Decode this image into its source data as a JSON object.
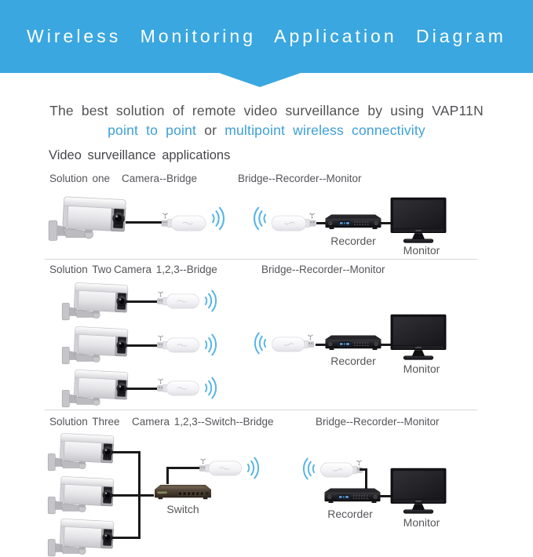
{
  "colors": {
    "header_bg": "#3AA7E0",
    "accent_text": "#3C9FD6",
    "wifi_wave": "#56B5E5"
  },
  "header": {
    "title": "Wireless Monitoring Application Diagram"
  },
  "intro": {
    "line1": "The best solution of remote video surveillance by using VAP11N",
    "phrase_blue_1": "point to point",
    "conjunction": "or",
    "phrase_blue_2": "multipoint wireless connectivity"
  },
  "section_title": "Video surveillance applications",
  "solutions": [
    {
      "name": "Solution one",
      "left_chain": "Camera--Bridge",
      "right_chain": "Bridge--Recorder--Monitor",
      "recorder_label": "Recorder",
      "monitor_label": "Monitor"
    },
    {
      "name": "Solution Two",
      "left_chain": "Camera 1,2,3--Bridge",
      "right_chain": "Bridge--Recorder--Monitor",
      "recorder_label": "Recorder",
      "monitor_label": "Monitor"
    },
    {
      "name": "Solution Three",
      "left_chain": "Camera 1,2,3--Switch--Bridge",
      "right_chain": "Bridge--Recorder--Monitor",
      "switch_label": "Switch",
      "recorder_label": "Recorder",
      "monitor_label": "Monitor"
    }
  ]
}
